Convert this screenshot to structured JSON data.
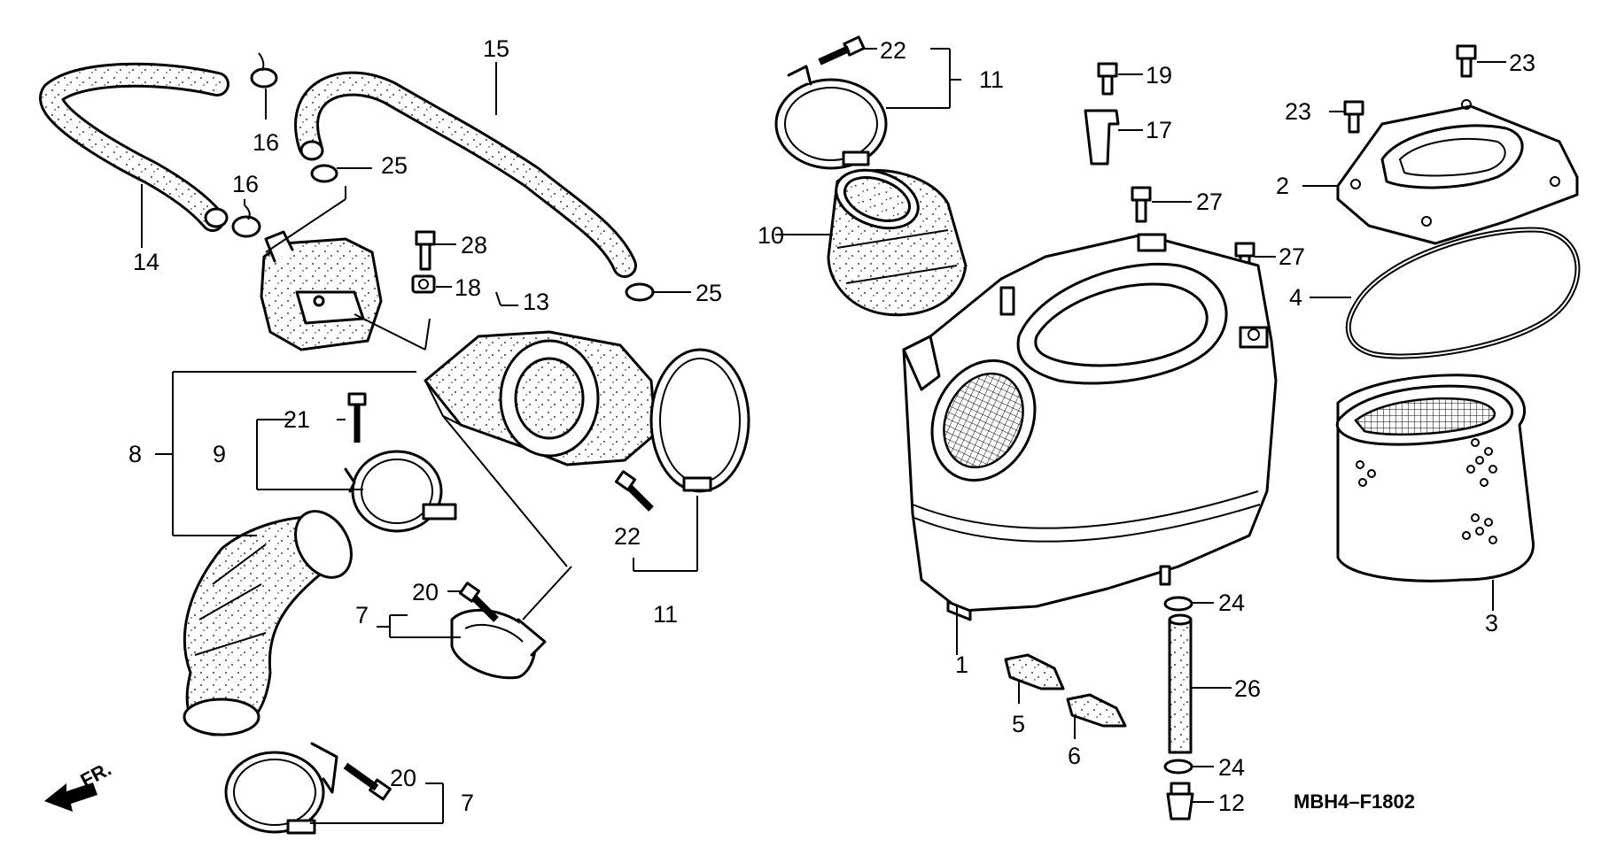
{
  "diagram_code": "MBH4–F1802",
  "direction_label": "FR.",
  "callouts": {
    "c1": "1",
    "c2": "2",
    "c3": "3",
    "c4": "4",
    "c5": "5",
    "c6": "6",
    "c7a": "7",
    "c7b": "7",
    "c8": "8",
    "c9": "9",
    "c10": "10",
    "c11a": "11",
    "c11b": "11",
    "c12": "12",
    "c13": "13",
    "c14": "14",
    "c15": "15",
    "c16a": "16",
    "c16b": "16",
    "c17": "17",
    "c18": "18",
    "c19": "19",
    "c20a": "20",
    "c20b": "20",
    "c21": "21",
    "c22a": "22",
    "c22b": "22",
    "c23a": "23",
    "c23b": "23",
    "c24a": "24",
    "c24b": "24",
    "c25a": "25",
    "c25b": "25",
    "c26": "26",
    "c27a": "27",
    "c27b": "27",
    "c28": "28"
  }
}
